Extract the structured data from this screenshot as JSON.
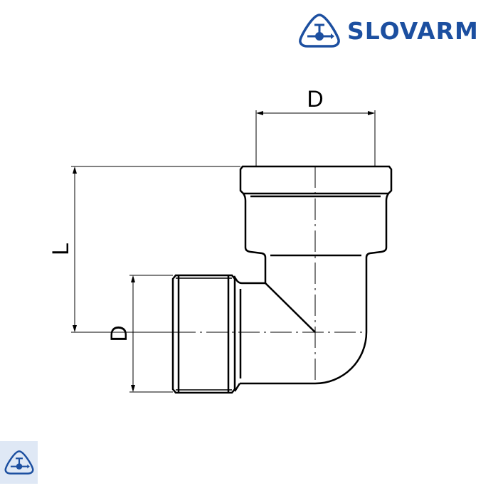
{
  "brand": {
    "name": "SLOVARM",
    "color": "#1c4fa0"
  },
  "dimensions": {
    "top_width": "D",
    "length": "L",
    "left_width": "D"
  }
}
